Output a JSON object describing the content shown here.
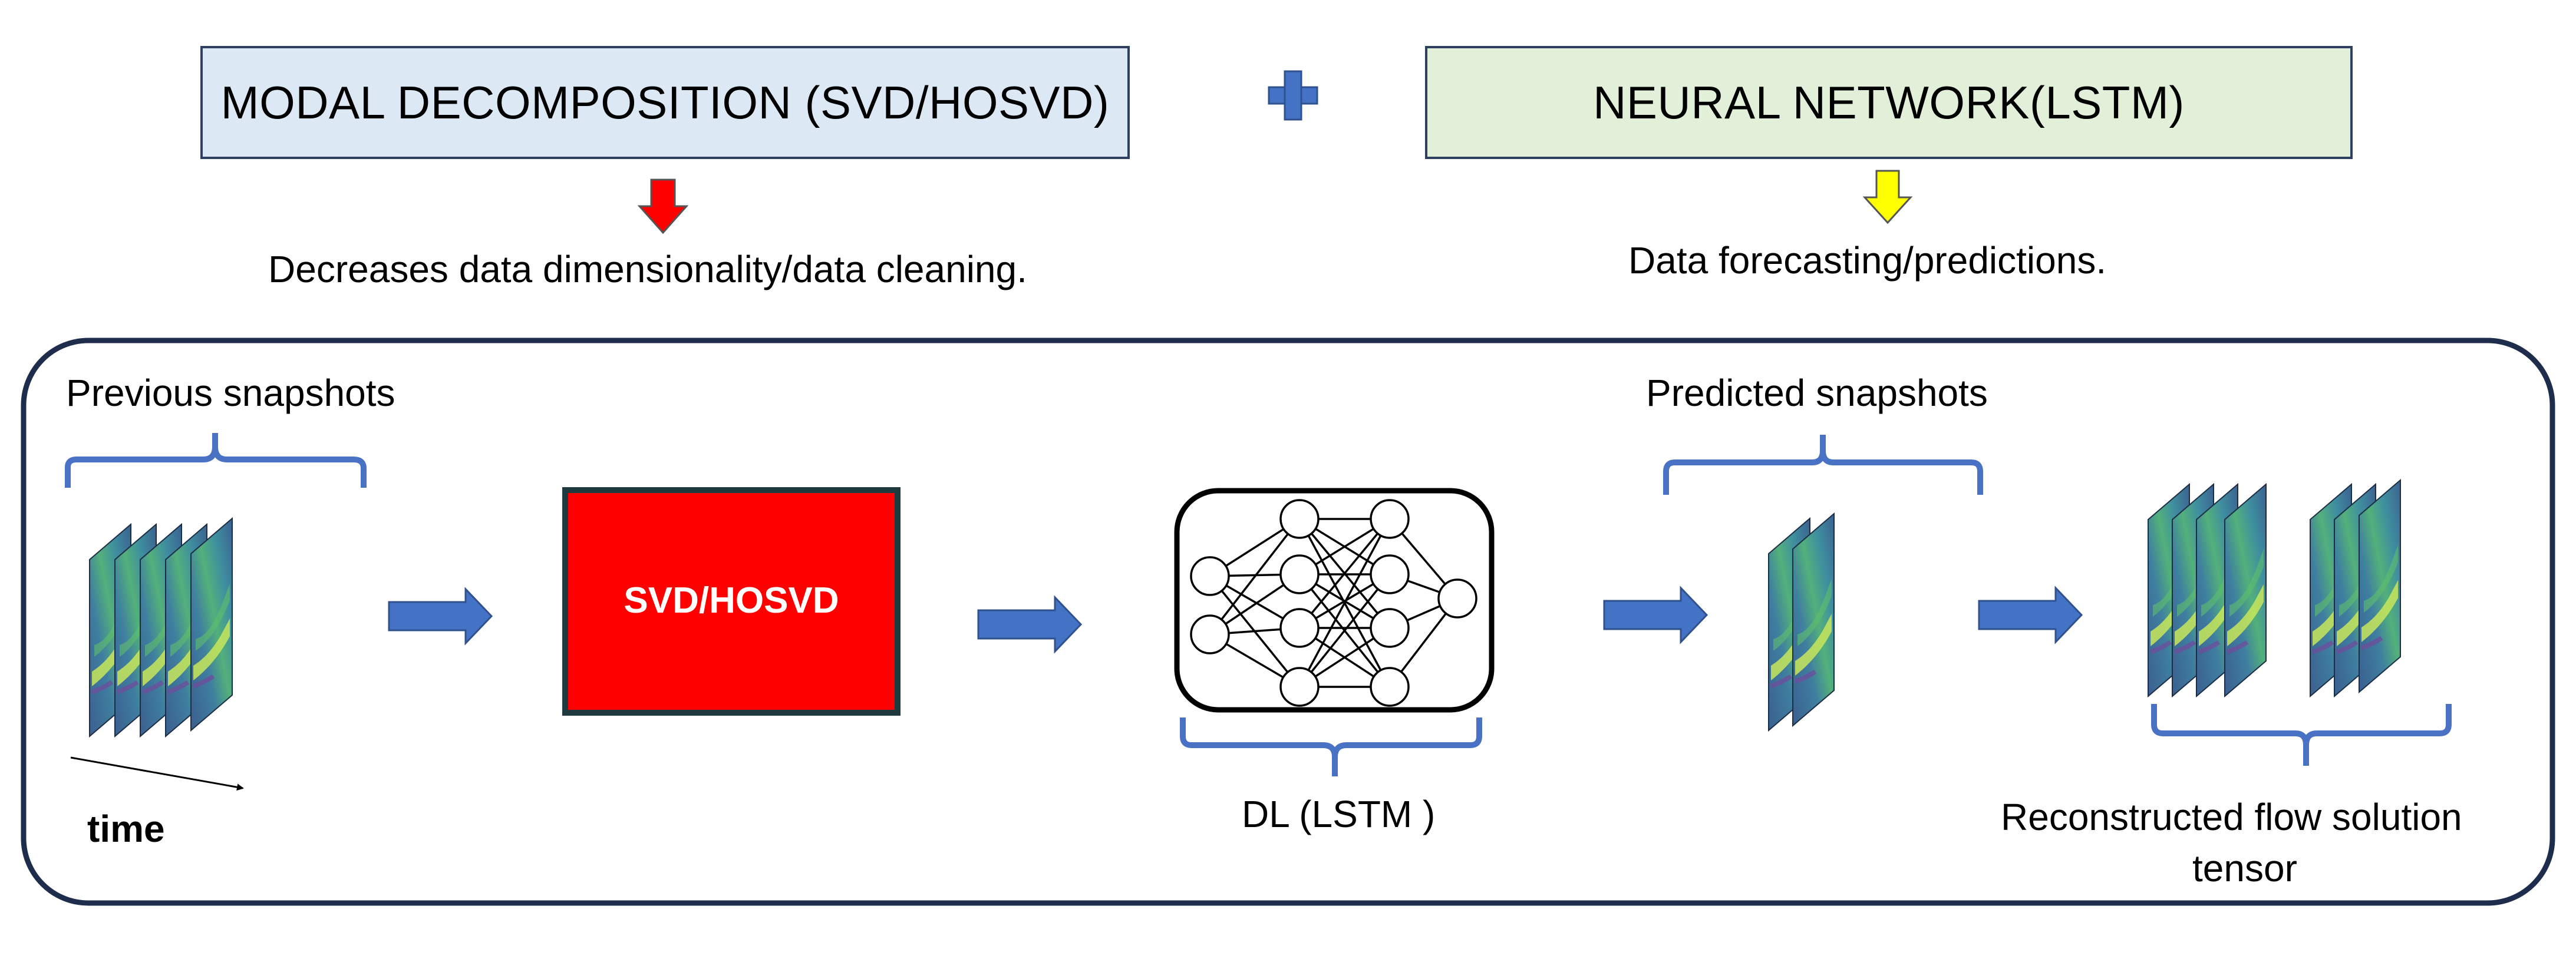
{
  "top": {
    "modal_box": {
      "label": "MODAL DECOMPOSITION (SVD/HOSVD)",
      "fill": "#dde8f5"
    },
    "nn_box": {
      "label": "NEURAL NETWORK(LSTM)",
      "fill": "#e2efd9"
    },
    "modal_desc": "Decreases data dimensionality/data cleaning.",
    "nn_desc": "Data forecasting/predictions."
  },
  "pipeline": {
    "previous_label": "Previous snapshots",
    "time_label": "time",
    "svd_label": "SVD/HOSVD",
    "dl_label": "DL (LSTM )",
    "predicted_label": "Predicted snapshots",
    "reconstructed_label_line1": "Reconstructed flow solution",
    "reconstructed_label_line2": "tensor"
  },
  "colors": {
    "arrow_blue": "#4472c4",
    "svd_red": "#ff0000",
    "down_arrow_red": "#ff0000",
    "down_arrow_yellow": "#ffff00",
    "frame_border": "#1f2d4d",
    "brace_blue": "#4a72c4"
  }
}
